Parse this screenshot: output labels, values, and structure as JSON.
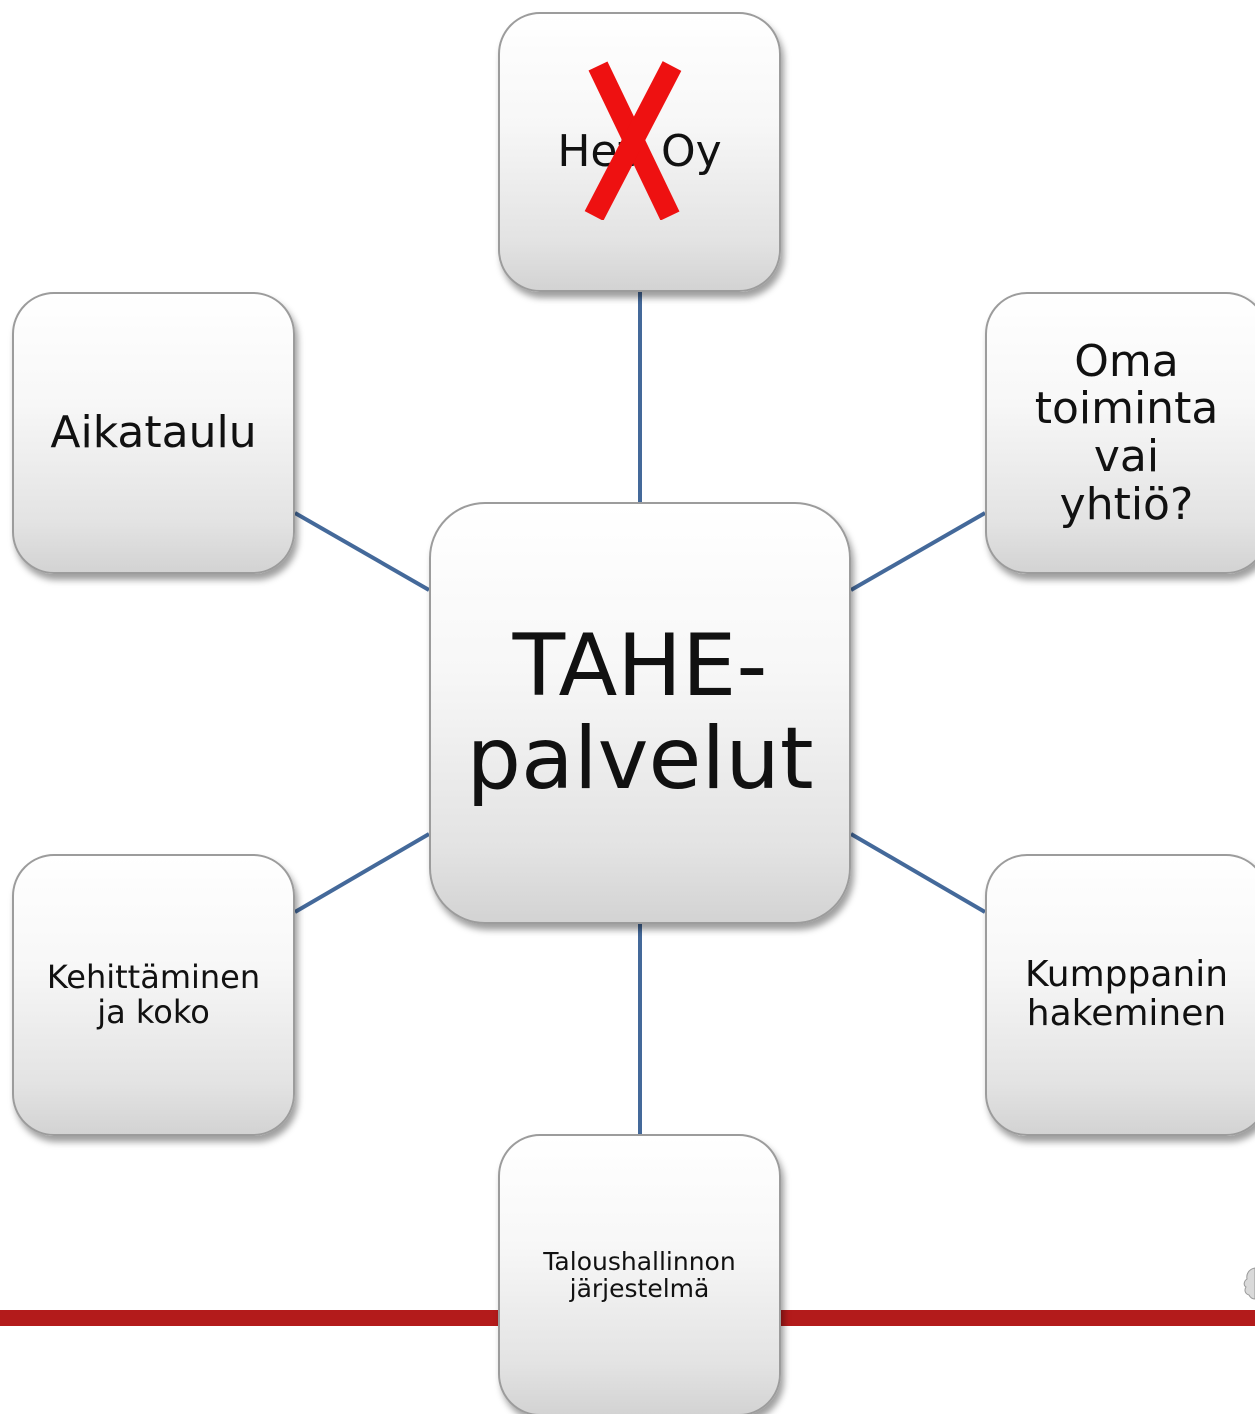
{
  "diagram": {
    "center": {
      "label": "TAHE-\npalvelut"
    },
    "nodes": [
      {
        "id": "top",
        "label": "Heti Oy",
        "struck_out": true
      },
      {
        "id": "upper-right",
        "label": "Oma\ntoiminta\nvai\nyhtiö?"
      },
      {
        "id": "lower-right",
        "label": "Kumppanin\nhakeminen"
      },
      {
        "id": "bottom",
        "label": "Taloushallinnon\njärjestelmä"
      },
      {
        "id": "lower-left",
        "label": "Kehittäminen\nja koko"
      },
      {
        "id": "upper-left",
        "label": "Aikataulu"
      }
    ],
    "colors": {
      "connector": "#44699a",
      "strike_mark": "#ee1111",
      "footer_bar": "#b31b1b"
    }
  }
}
